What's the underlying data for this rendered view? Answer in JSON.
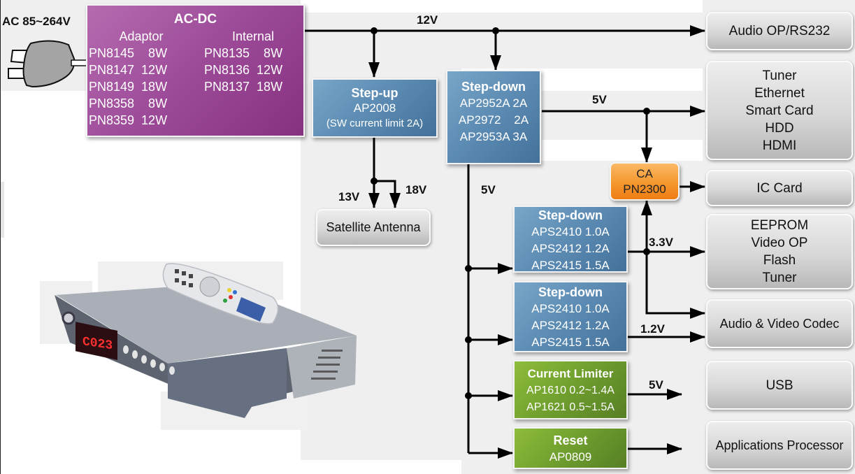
{
  "input": {
    "label": "AC 85~264V",
    "icon": "power-plug-icon"
  },
  "acdc": {
    "title": "AC-DC",
    "adaptor_header": "Adaptor",
    "internal_header": "Internal",
    "adaptor": [
      "PN8145    8W",
      "PN8147  12W",
      "PN8149  18W",
      "PN8358    8W",
      "PN8359  12W"
    ],
    "internal": [
      "PN8135    8W",
      "PN8136  12W",
      "PN8137  18W"
    ]
  },
  "rails": {
    "v12": "12V",
    "v5_top": "5V",
    "v5_trunk": "5V",
    "v13": "13V",
    "v18": "18V",
    "v33": "3.3V",
    "v12b": "1.2V",
    "v5_usb": "5V"
  },
  "stepup": {
    "title": "Step-up",
    "lines": [
      "AP2008",
      "(SW current limit 2A)"
    ]
  },
  "stepdown_main": {
    "title": "Step-down",
    "lines": [
      "AP2952A 2A",
      "AP2972    2A",
      "AP2953A 3A"
    ]
  },
  "ca": {
    "lines": [
      "CA",
      "PN2300"
    ]
  },
  "stepdown_33": {
    "title": "Step-down",
    "lines": [
      "APS2410 1.0A",
      "APS2412 1.2A",
      "APS2415 1.5A"
    ]
  },
  "stepdown_12": {
    "title": "Step-down",
    "lines": [
      "APS2410 1.0A",
      "APS2412 1.2A",
      "APS2415 1.5A"
    ]
  },
  "current_limiter": {
    "title": "Current Limiter",
    "lines": [
      "AP1610 0.2~1.4A",
      "AP1621 0.5~1.5A"
    ]
  },
  "reset": {
    "title": "Reset",
    "lines": [
      "AP0809"
    ]
  },
  "loads": {
    "audio_op": [
      "Audio OP/RS232"
    ],
    "tuner_group": [
      "Tuner",
      "Ethernet",
      "Smart Card",
      "HDD",
      "HDMI"
    ],
    "ic_card": [
      "IC Card"
    ],
    "eeprom_group": [
      "EEPROM",
      "Video OP",
      "Flash",
      "Tuner"
    ],
    "codec": [
      "Audio & Video Codec"
    ],
    "usb": [
      "USB"
    ],
    "app_proc": [
      "Applications Processor"
    ],
    "satellite": [
      "Satellite Antenna"
    ]
  },
  "device": {
    "display_text": "C023",
    "icon": "set-top-box-with-remote-icon"
  },
  "colors": {
    "acdc": "#9c4a98",
    "regulator": "#5b8ab2",
    "limiter": "#6f9e2e",
    "ca": "#f59a32",
    "load": "#d7d7d7"
  }
}
